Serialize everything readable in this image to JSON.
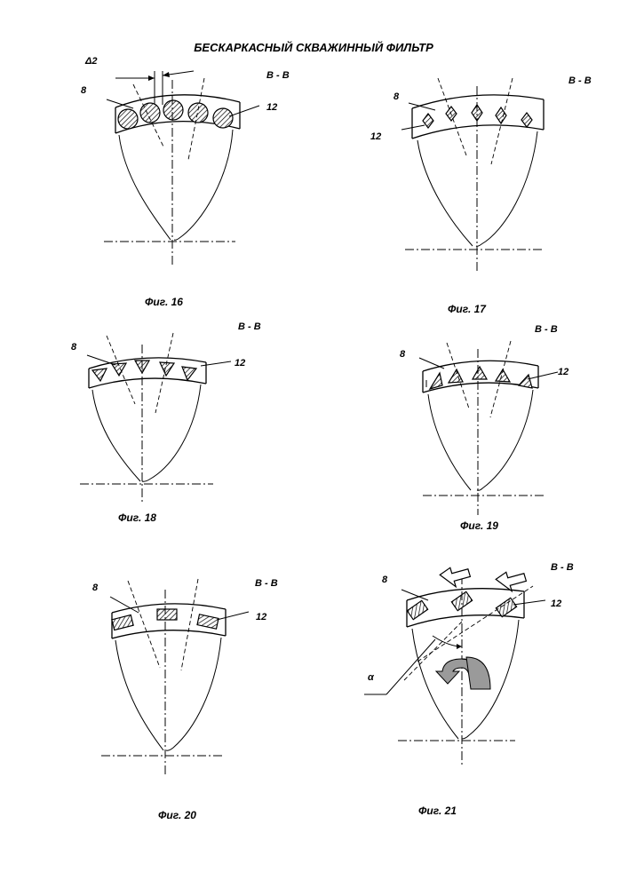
{
  "title": "БЕСКАРКАСНЫЙ СКВАЖИННЫЙ ФИЛЬТР",
  "figures": [
    {
      "caption": "Фиг. 16",
      "section": "В - В",
      "label_a": "8",
      "label_b": "12",
      "gap_label": "Δ2",
      "element_shape": "circle"
    },
    {
      "caption": "Фиг. 17",
      "section": "В - В",
      "label_a": "8",
      "label_b": "12",
      "element_shape": "diamond"
    },
    {
      "caption": "Фиг. 18",
      "section": "В - В",
      "label_a": "8",
      "label_b": "12",
      "element_shape": "triangle-down"
    },
    {
      "caption": "Фиг. 19",
      "section": "В - В",
      "label_a": "8",
      "label_b": "12",
      "element_shape": "triangle-up"
    },
    {
      "caption": "Фиг. 20",
      "section": "В - В",
      "label_a": "8",
      "label_b": "12",
      "element_shape": "rectangle"
    },
    {
      "caption": "Фиг. 21",
      "section": "В - В",
      "label_a": "8",
      "label_b": "12",
      "angle_label": "α",
      "element_shape": "tilted-rectangle"
    }
  ]
}
